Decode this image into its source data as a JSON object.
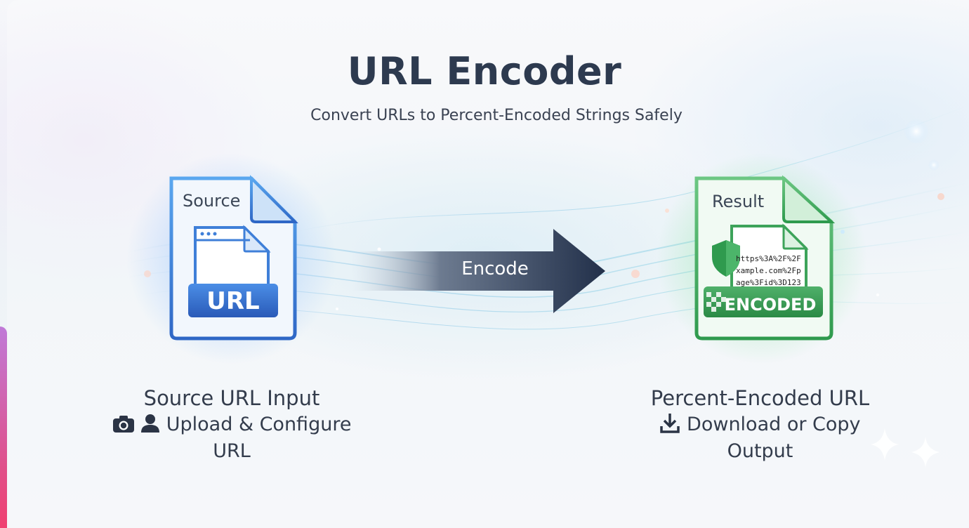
{
  "header": {
    "title": "URL Encoder",
    "subtitle": "Convert URLs to Percent-Encoded Strings Safely"
  },
  "source_doc": {
    "label": "Source",
    "badge": "URL",
    "icon": "file-icon"
  },
  "arrow": {
    "label": "Encode"
  },
  "result_doc": {
    "label": "Result",
    "encoded_lines": [
      "https%3A%2F%2F",
      "xample.com%2Fp",
      "age%3Fid%3D123"
    ],
    "badge": "ENCODED",
    "icon": "shield-icon"
  },
  "left_caption": {
    "title": "Source URL Input",
    "action_line1": "Upload & Configure",
    "action_line2": "URL",
    "icons": [
      "camera-icon",
      "user-icon"
    ]
  },
  "right_caption": {
    "title": "Percent-Encoded URL",
    "action_line1": "Download or Copy",
    "action_line2": "Output",
    "icons": [
      "download-icon"
    ]
  },
  "colors": {
    "title": "#2d3a4f",
    "source_blue": "#3a7fd8",
    "result_green": "#3da35a",
    "arrow_dark": "#2c3a52"
  }
}
